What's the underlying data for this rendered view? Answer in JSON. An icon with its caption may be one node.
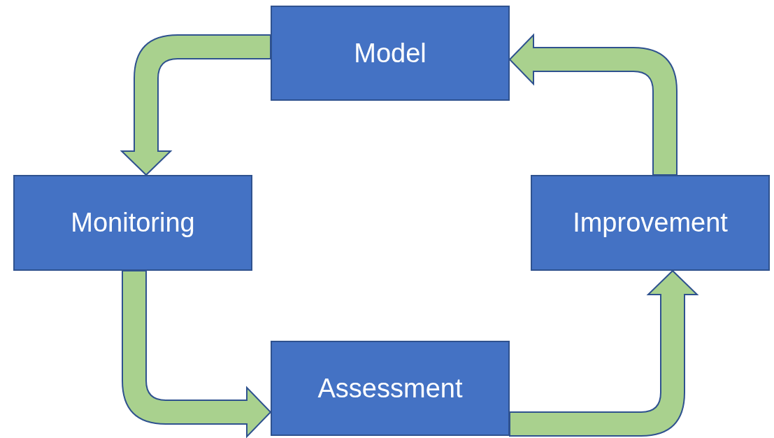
{
  "diagram": {
    "nodes": [
      {
        "text": [
          "Model"
        ]
      },
      {
        "text": [
          "Monitoring"
        ]
      },
      {
        "text": [
          "Improvement"
        ]
      },
      {
        "text": [
          "Assessment"
        ]
      }
    ],
    "edges": [
      {
        "from": 0,
        "to": 1,
        "arrow": "to"
      },
      {
        "from": 1,
        "to": 3,
        "arrow": "to"
      },
      {
        "from": 3,
        "to": 2,
        "arrow": "to"
      },
      {
        "from": 2,
        "to": 0,
        "arrow": "to"
      }
    ]
  }
}
